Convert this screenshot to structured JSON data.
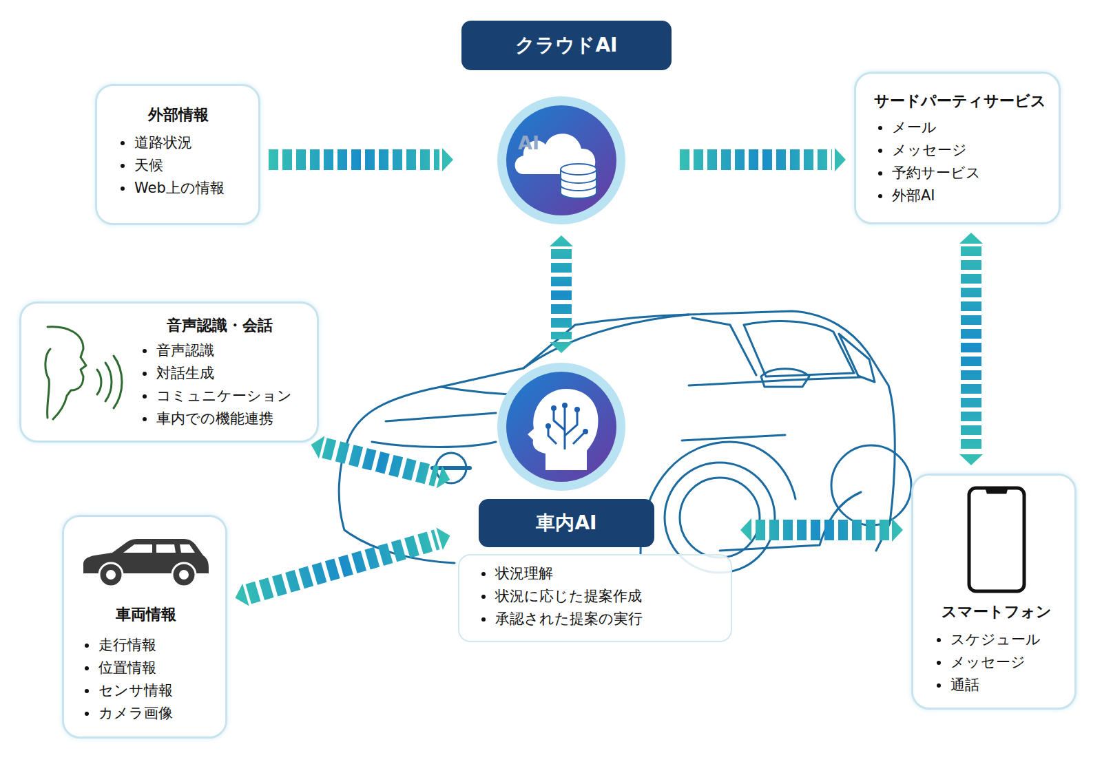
{
  "diagram": {
    "nodes": [
      {
        "text": [
          "クラウドAI"
        ]
      },
      {
        "text": [
          "外部情報",
          "道路状況",
          "天候",
          "Web上の情報"
        ]
      },
      {
        "text": [
          "サードパーティサービス",
          "メール",
          "メッセージ",
          "予約サービス",
          "外部AI"
        ]
      },
      {
        "text": [
          "音声認識・会話",
          "音声認識",
          "対話生成",
          "コミュニケーション",
          "車内での機能連携"
        ]
      },
      {
        "text": [
          "車内AI",
          "状況理解",
          "状況に応じた提案作成",
          "承認された提案の実行"
        ]
      },
      {
        "text": [
          "車両情報",
          "走行情報",
          "位置情報",
          "センサ情報",
          "カメラ画像"
        ]
      },
      {
        "text": [
          "スマートフォン",
          "スケジュール",
          "メッセージ",
          "通話"
        ]
      }
    ],
    "edges": [
      {
        "from": 1,
        "to": 0,
        "arrow": "to"
      },
      {
        "from": 0,
        "to": 2,
        "arrow": "to"
      },
      {
        "from": 0,
        "to": 4,
        "arrow": "both"
      },
      {
        "from": 2,
        "to": 6,
        "arrow": "both"
      },
      {
        "from": 3,
        "to": 4,
        "arrow": "both"
      },
      {
        "from": 5,
        "to": 4,
        "arrow": "both"
      },
      {
        "from": 6,
        "to": 4,
        "arrow": "both"
      }
    ],
    "labels": [
      "AI"
    ]
  }
}
